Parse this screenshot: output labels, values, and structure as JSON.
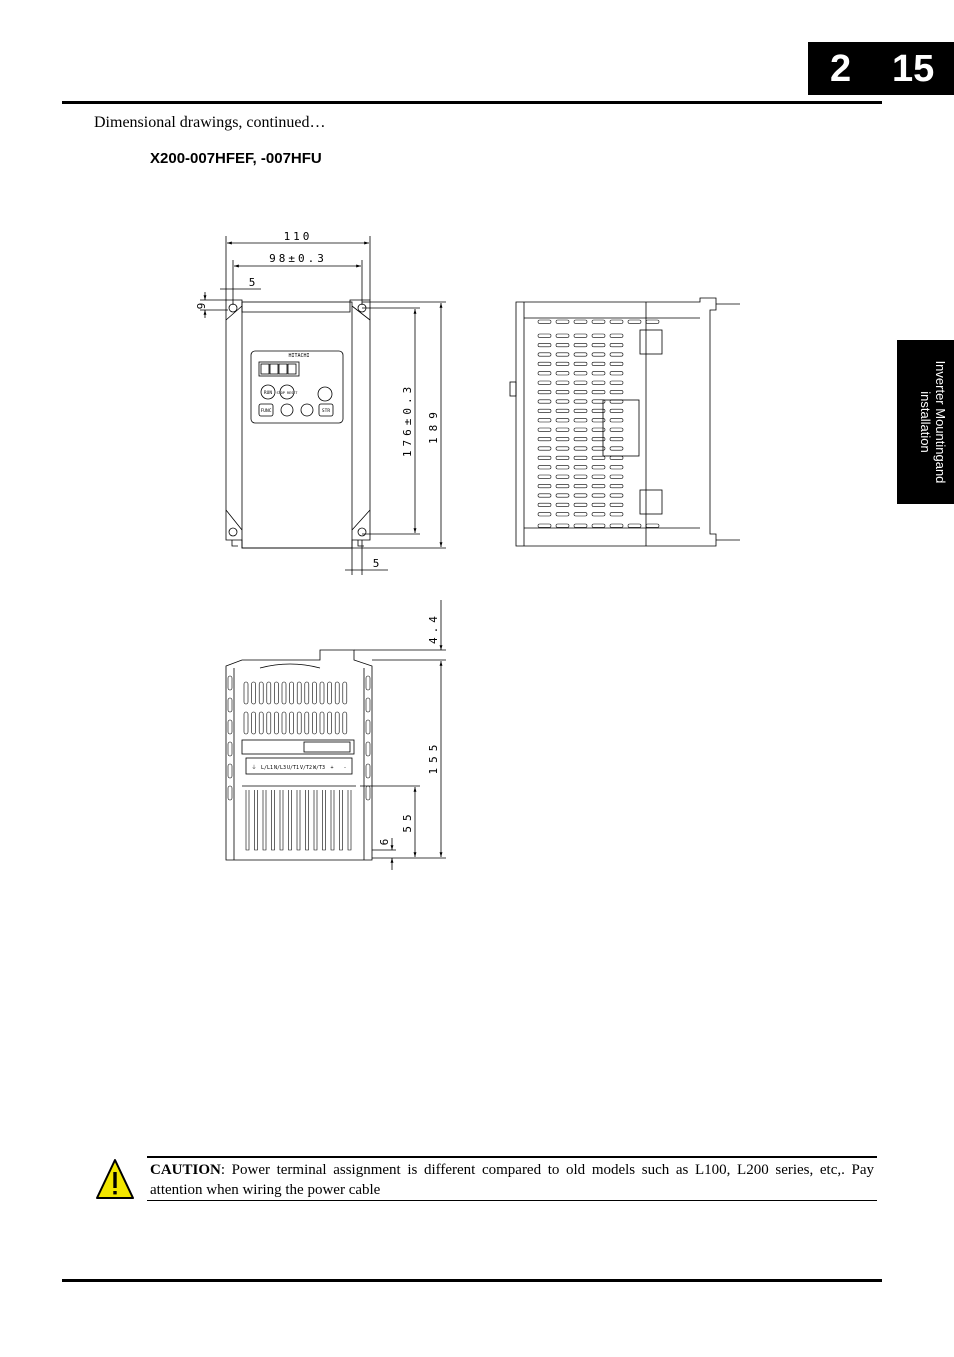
{
  "header": {
    "chapter": "2",
    "page": "15"
  },
  "intro_text": "Dimensional drawings, continued…",
  "model_title": "X200-007HFEF, -007HFU",
  "side_tab": {
    "line1": "Inverter Mountingand",
    "line2": "installation"
  },
  "drawing": {
    "dim_width_total": "110",
    "dim_width_holes": "98±0.3",
    "dim_hole_offset_top": "5",
    "dim_hole_radius_top": "6",
    "dim_height_holes": "176±0.3",
    "dim_height_total": "189",
    "dim_hole_offset_bottom": "5",
    "dim_top_4_4": "4.4",
    "dim_depth_155": "155",
    "dim_fin_55": "55",
    "dim_fin_6": "6",
    "panel_brand": "HITACHI",
    "key_run": "RUN",
    "key_stop": "STOP RESET",
    "key_func": "FUNC",
    "key_str": "STR",
    "terminals": [
      "⏚",
      "L/L1",
      "N/L3",
      "U/T1",
      "V/T2",
      "W/T3",
      "+",
      "-"
    ]
  },
  "caution": {
    "label": "CAUTION",
    "text": ": Power terminal assignment is different compared to old models such as L100, L200 series, etc,. Pay attention when wiring the power cable"
  }
}
